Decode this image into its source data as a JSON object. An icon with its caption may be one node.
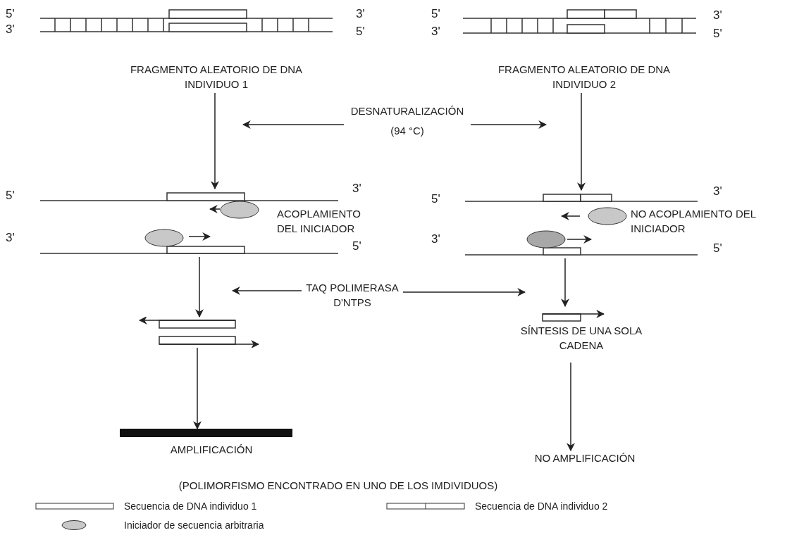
{
  "diagram": {
    "nodes": [
      {
        "text": [
          "FRAGMENTO ALEATORIO DE DNA INDIVIDUO 1"
        ]
      },
      {
        "text": [
          "FRAGMENTO ALEATORIO DE DNA INDIVIDUO 2"
        ]
      },
      {
        "text": [
          "DESNATURALIZACIÓN (94 °C)"
        ]
      },
      {
        "text": [
          "ACOPLAMIENTO DEL INICIADOR"
        ]
      },
      {
        "text": [
          "NO ACOPLAMIENTO DEL INICIADOR"
        ]
      },
      {
        "text": [
          "TAQ POLIMERASA D'NTPS"
        ]
      },
      {
        "text": [],
        "shape": "picture"
      },
      {
        "text": [
          "SÍNTESIS DE UNA SOLA CADENA"
        ]
      },
      {
        "text": [],
        "shape": "bar",
        "beside": [
          "AMPLIFICACIÓN"
        ]
      },
      {
        "text": [
          "NO AMPLIFICACIÓN"
        ]
      }
    ],
    "edges": [
      {
        "from": 0,
        "to": 3,
        "arrow": "to"
      },
      {
        "from": 1,
        "to": 4,
        "arrow": "to"
      },
      {
        "from": 2,
        "to": null,
        "arrow": "to"
      },
      {
        "from": 2,
        "to": null,
        "arrow": "to"
      },
      {
        "from": 3,
        "to": 6,
        "arrow": "to"
      },
      {
        "from": 4,
        "to": 7,
        "arrow": "to"
      },
      {
        "from": 5,
        "to": null,
        "arrow": "to"
      },
      {
        "from": 5,
        "to": null,
        "arrow": "to"
      },
      {
        "from": 6,
        "to": 8,
        "arrow": "to"
      },
      {
        "from": 7,
        "to": 9,
        "arrow": "to"
      }
    ],
    "labels": [
      "5'",
      "3'",
      "3'",
      "5'",
      "5'",
      "3'",
      "3'",
      "5'",
      "5'",
      "3'",
      "3'",
      "5'",
      "5'",
      "3'",
      "3'",
      "5'",
      "(POLIMORFISMO ENCONTRADO EN UNO DE LOS IMDIVIDUOS)"
    ],
    "legend": [
      {
        "text": "Secuencia de DNA individuo 1"
      },
      {
        "text": "Secuencia de DNA individuo 2"
      },
      {
        "text": "Iniciador de secuencia arbitraria"
      }
    ]
  }
}
